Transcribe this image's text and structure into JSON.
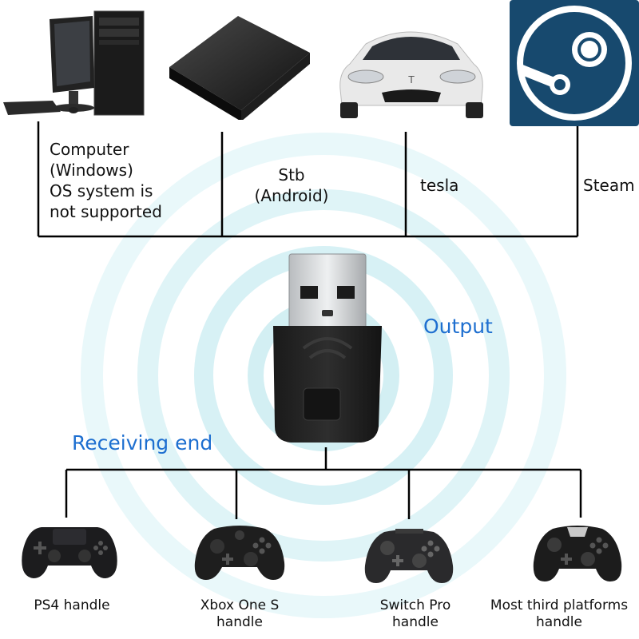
{
  "targets": {
    "computer": {
      "lines": [
        "Computer",
        "(Windows)",
        "OS system is",
        "not supported"
      ]
    },
    "stb": {
      "lines": [
        "Stb",
        "(Android)"
      ]
    },
    "tesla": {
      "lines": [
        "tesla"
      ]
    },
    "steam": {
      "lines": [
        "Steam"
      ]
    }
  },
  "adapter": {
    "output_label": "Output",
    "receiving_label": "Receiving end"
  },
  "controllers": [
    {
      "lines": [
        "PS4 handle"
      ]
    },
    {
      "lines": [
        "Xbox One S",
        "handle"
      ]
    },
    {
      "lines": [
        "Switch Pro",
        "handle"
      ]
    },
    {
      "lines": [
        "Most third platforms",
        "handle"
      ]
    }
  ],
  "colors": {
    "accent": "#1e6fd0",
    "steam_blue": "#17496e",
    "glow": "#dff4f7"
  }
}
